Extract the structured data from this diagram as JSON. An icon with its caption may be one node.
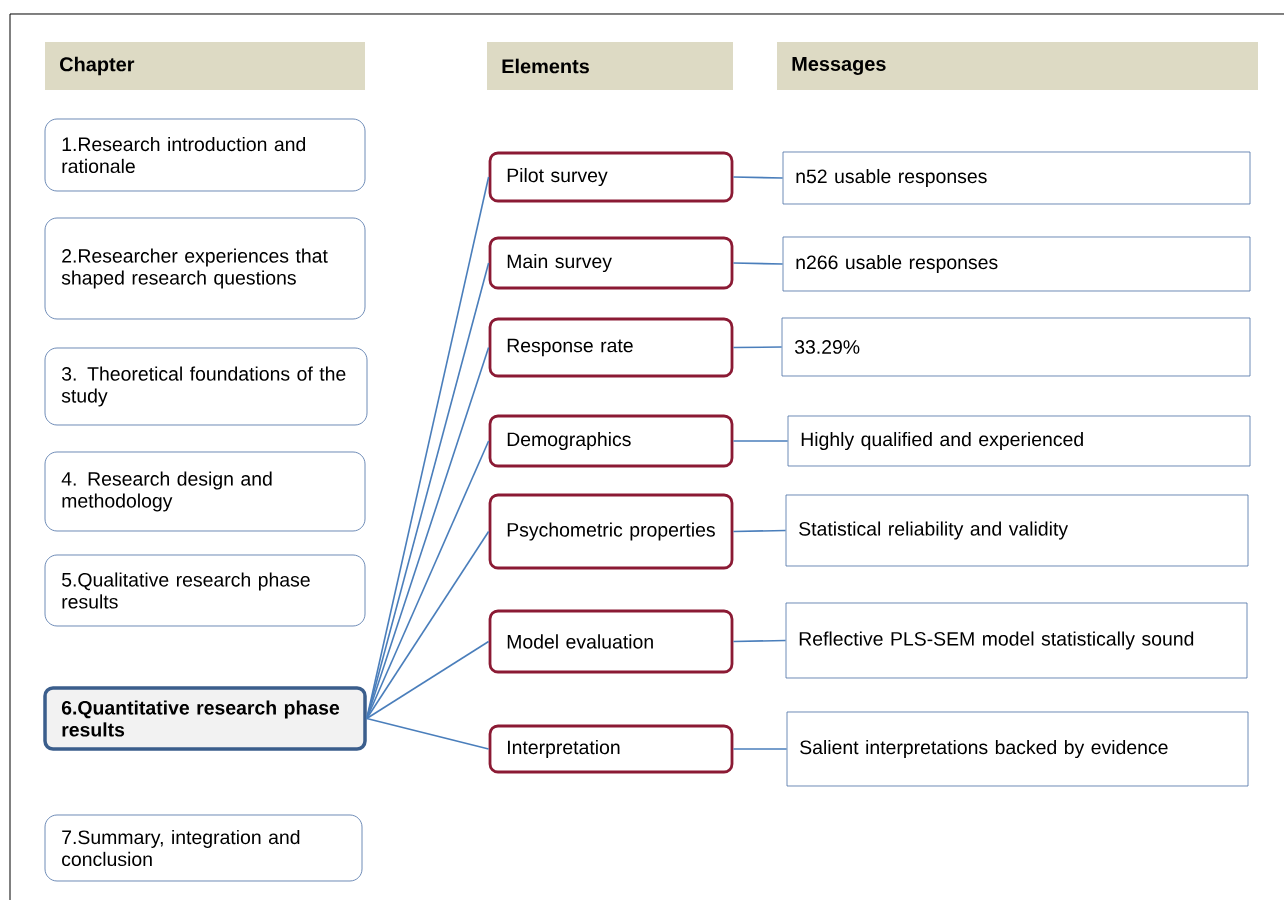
{
  "diagram": {
    "nodes": [
      {
        "text": [
          "Chapter"
        ]
      },
      {
        "text": [
          "Elements"
        ]
      },
      {
        "text": [
          "Messages"
        ]
      },
      {
        "text": [
          "1.Research introduction and rationale"
        ]
      },
      {
        "text": [
          "2.Researcher experiences that shaped research questions"
        ]
      },
      {
        "text": [
          "3. Theoretical foundations of the study"
        ]
      },
      {
        "text": [
          "4. Research design and methodology"
        ]
      },
      {
        "text": [
          "5.Qualitative research phase results"
        ]
      },
      {
        "text": [
          "6.Quantitative research phase results"
        ]
      },
      {
        "text": [
          "7.Summary, integration and conclusion"
        ]
      },
      {
        "text": [
          "Pilot survey"
        ]
      },
      {
        "text": [
          "Main survey"
        ]
      },
      {
        "text": [
          "Response rate"
        ]
      },
      {
        "text": [
          "Demographics"
        ]
      },
      {
        "text": [
          "Psychometric properties"
        ]
      },
      {
        "text": [
          "Model evaluation"
        ]
      },
      {
        "text": [
          "Interpretation"
        ]
      },
      {
        "text": [
          "n52 usable responses"
        ]
      },
      {
        "text": [
          "n266 usable responses"
        ]
      },
      {
        "text": [
          "33.29%"
        ]
      },
      {
        "text": [
          "Highly qualified and experienced"
        ]
      },
      {
        "text": [
          "Statistical reliability and validity"
        ]
      },
      {
        "text": [
          "Reflective PLS-SEM model statistically sound"
        ]
      },
      {
        "text": [
          "Salient  interpretations backed by evidence"
        ]
      }
    ],
    "edges": [
      {
        "from": 8,
        "to": 10,
        "arrow": "none"
      },
      {
        "from": 8,
        "to": 11,
        "arrow": "none"
      },
      {
        "from": 8,
        "to": 12,
        "arrow": "none"
      },
      {
        "from": 8,
        "to": 13,
        "arrow": "none"
      },
      {
        "from": 8,
        "to": 14,
        "arrow": "none"
      },
      {
        "from": 8,
        "to": 15,
        "arrow": "none"
      },
      {
        "from": 8,
        "to": 16,
        "arrow": "none"
      },
      {
        "from": 10,
        "to": 17,
        "arrow": "none"
      },
      {
        "from": 11,
        "to": 18,
        "arrow": "none"
      },
      {
        "from": 12,
        "to": 19,
        "arrow": "none"
      },
      {
        "from": 13,
        "to": 20,
        "arrow": "none"
      },
      {
        "from": 14,
        "to": 21,
        "arrow": "none"
      },
      {
        "from": 15,
        "to": 22,
        "arrow": "none"
      },
      {
        "from": 16,
        "to": 23,
        "arrow": "none"
      }
    ]
  }
}
